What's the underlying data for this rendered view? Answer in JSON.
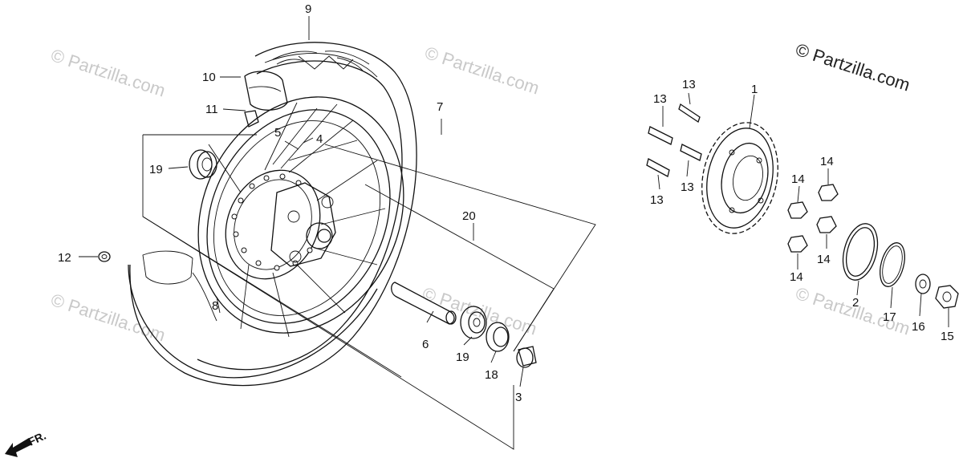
{
  "watermark": {
    "main_text": "© Partzilla.com",
    "faint_text": "© Partzilla.com"
  },
  "direction_label": "FR.",
  "callouts": {
    "c1": "1",
    "c2": "2",
    "c3": "3",
    "c4": "4",
    "c5": "5",
    "c6": "6",
    "c7": "7",
    "c8": "8",
    "c9": "9",
    "c10": "10",
    "c11": "11",
    "c12": "12",
    "c13a": "13",
    "c13b": "13",
    "c13c": "13",
    "c13d": "13",
    "c14a": "14",
    "c14b": "14",
    "c14c": "14",
    "c14d": "14",
    "c15": "15",
    "c16": "16",
    "c17": "17",
    "c18": "18",
    "c19a": "19",
    "c19b": "19",
    "c20": "20"
  },
  "colors": {
    "line": "#111111",
    "watermark": "#c9c9c9",
    "background": "#ffffff"
  }
}
